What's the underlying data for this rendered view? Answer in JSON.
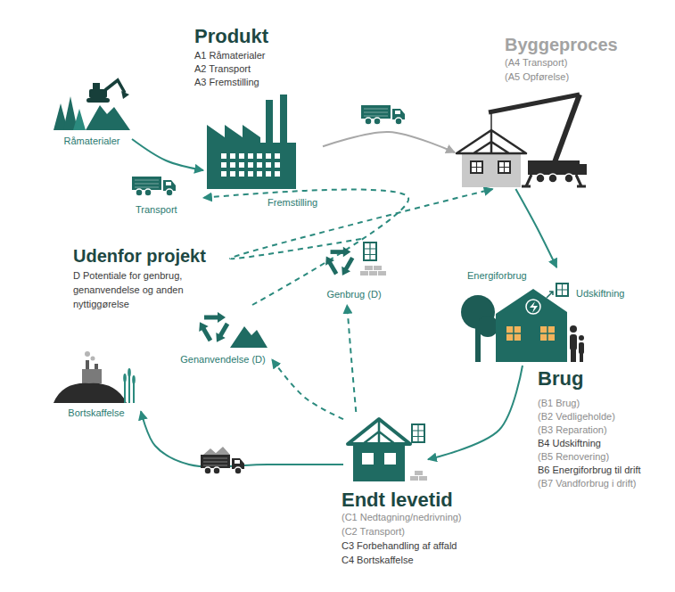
{
  "diagram": {
    "nodes": [
      {
        "text": [
          "Råmaterialer"
        ]
      },
      {
        "text": [
          "Produkt",
          "A1 Råmaterialer",
          "A2 Transport",
          "A3 Fremstilling",
          "Fremstilling"
        ]
      },
      {
        "text": [
          "Byggeproces",
          "(A4 Transport)",
          "(A5 Opførelse)"
        ]
      },
      {
        "text": [
          "Energiforbrug",
          "Udskiftning",
          "Brug",
          "(B1 Brug)",
          "(B2 Vedligeholde)",
          "(B3 Reparation)",
          "B4 Udskiftning",
          "(B5 Renovering)",
          "B6 Energiforbrug til drift",
          "(B7 Vandforbrug i drift)"
        ]
      },
      {
        "text": [
          "Endt levetid",
          "(C1 Nedtagning/nedrivning)",
          "(C2 Transport)",
          "C3 Forbehandling af affald",
          "C4 Bortskaffelse"
        ]
      },
      {
        "text": [
          "Genbrug (D)"
        ]
      },
      {
        "text": [
          "Genanvendelse (D)"
        ]
      },
      {
        "text": [
          "Bortskaffelse"
        ]
      }
    ],
    "edges": [
      {
        "from": 0,
        "to": 1,
        "label": "Transport",
        "arrow": "to"
      },
      {
        "from": 1,
        "to": 2,
        "arrow": "to"
      },
      {
        "from": 2,
        "to": 3,
        "arrow": "to"
      },
      {
        "from": 3,
        "to": 4,
        "arrow": "to"
      },
      {
        "from": 4,
        "to": 7,
        "arrow": "to"
      },
      {
        "from": 4,
        "to": 5,
        "arrow": "to"
      },
      {
        "from": 4,
        "to": 6,
        "arrow": "to"
      },
      {
        "from": 5,
        "to": 2,
        "arrow": "to"
      },
      {
        "from": 6,
        "to": 1,
        "arrow": "to"
      }
    ],
    "labels": [
      "Udenfor projekt",
      "D Potentiale for genbrug, genanvendelse og anden nyttiggørelse"
    ]
  }
}
